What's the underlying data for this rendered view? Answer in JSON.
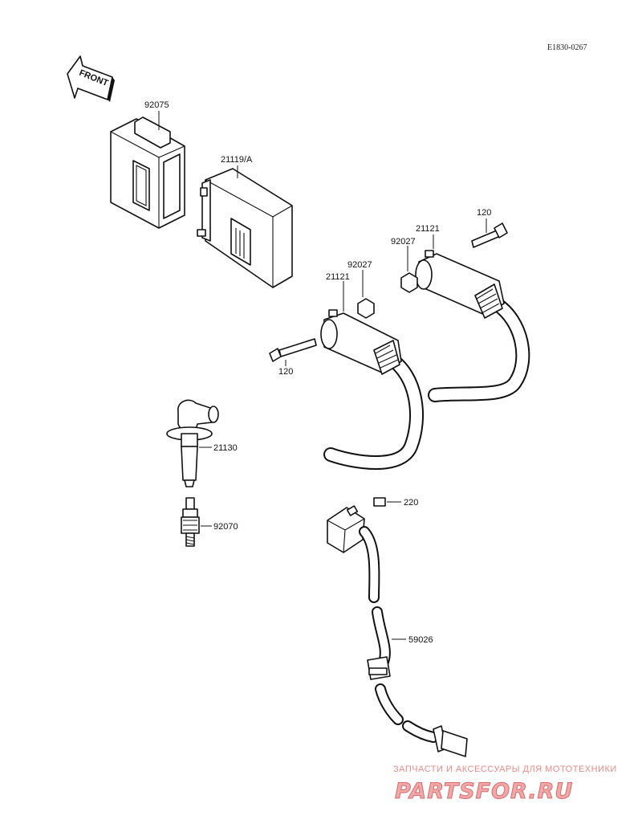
{
  "diagram_code": "E1830-0267",
  "front_label": "FRONT",
  "parts": {
    "p92075": "92075",
    "p21119": "21119/A",
    "p21121_a": "21121",
    "p120_a": "120",
    "p92027_a": "92027",
    "p21121_b": "21121",
    "p92027_b": "92027",
    "p120_b": "120",
    "p21130": "21130",
    "p92070": "92070",
    "p220": "220",
    "p59026": "59026"
  },
  "watermark": {
    "tagline": "ЗАПЧАСТИ И АКСЕССУАРЫ ДЛЯ МОТОТЕХНИКИ",
    "brand": "PARTSFOR.RU"
  }
}
